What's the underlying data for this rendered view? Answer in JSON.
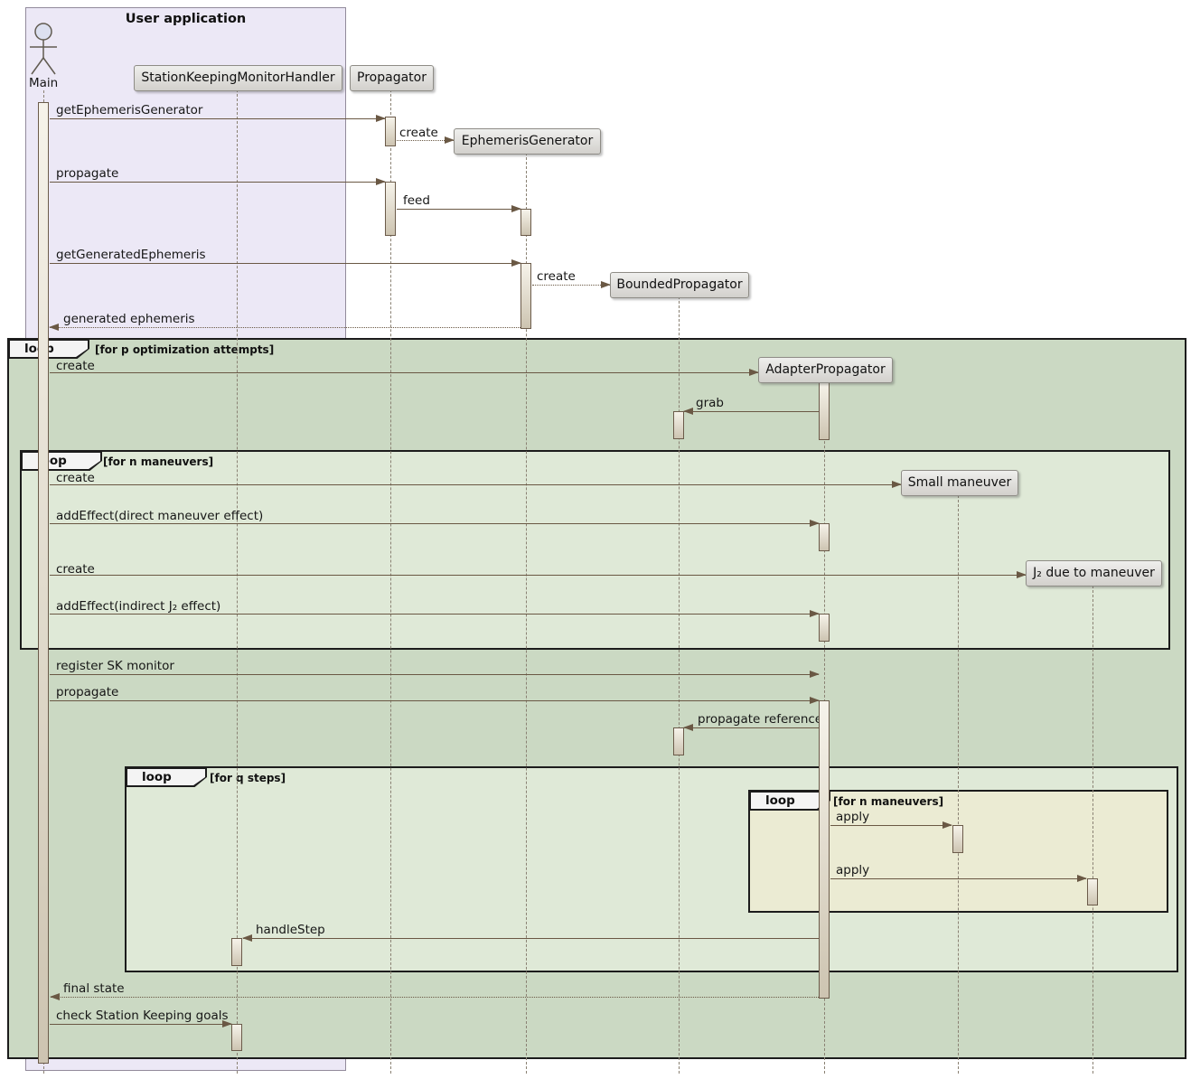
{
  "diagram": {
    "frame_title": "User application",
    "actor_name": "Main"
  },
  "participants": [
    {
      "name": "StationKeepingMonitorHandler"
    },
    {
      "name": "Propagator"
    },
    {
      "name": "EphemerisGenerator"
    },
    {
      "name": "BoundedPropagator"
    },
    {
      "name": "AdapterPropagator"
    },
    {
      "name": "Small maneuver"
    },
    {
      "name": "J₂ due to maneuver"
    }
  ],
  "loops": [
    {
      "keyword": "loop",
      "condition": "[for p optimization attempts]"
    },
    {
      "keyword": "loop",
      "condition": "[for n maneuvers]"
    },
    {
      "keyword": "loop",
      "condition": "[for q steps]"
    },
    {
      "keyword": "loop",
      "condition": "[for n maneuvers]"
    }
  ],
  "messages": [
    {
      "label": "getEphemerisGenerator",
      "type": "solid"
    },
    {
      "label": "create",
      "type": "dotted"
    },
    {
      "label": "propagate",
      "type": "solid"
    },
    {
      "label": "feed",
      "type": "solid"
    },
    {
      "label": "getGeneratedEphemeris",
      "type": "solid"
    },
    {
      "label": "create",
      "type": "dotted"
    },
    {
      "label": "generated ephemeris",
      "type": "dotted-return"
    },
    {
      "label": "create",
      "type": "solid"
    },
    {
      "label": "grab",
      "type": "solid-left"
    },
    {
      "label": "create",
      "type": "solid"
    },
    {
      "label": "addEffect(direct maneuver effect)",
      "type": "solid"
    },
    {
      "label": "create",
      "type": "solid"
    },
    {
      "label": "addEffect(indirect J₂ effect)",
      "type": "solid"
    },
    {
      "label": "register SK monitor",
      "type": "solid"
    },
    {
      "label": "propagate",
      "type": "solid"
    },
    {
      "label": "propagate reference",
      "type": "solid-left"
    },
    {
      "label": "apply",
      "type": "solid"
    },
    {
      "label": "apply",
      "type": "solid"
    },
    {
      "label": "handleStep",
      "type": "solid-left"
    },
    {
      "label": "final state",
      "type": "dotted-return"
    },
    {
      "label": "check Station Keeping goals",
      "type": "solid"
    }
  ],
  "colors": {
    "frame_fill": "#ece8f6",
    "loop_outer_fill": "#cbd9c3",
    "loop_inner_fill": "#dfe9d7",
    "loop_innermost_fill": "#ebebd3",
    "arrow": "#6a5844",
    "participant_fill": "#e3e1dd",
    "activation_fill": "#e5ddcd"
  }
}
